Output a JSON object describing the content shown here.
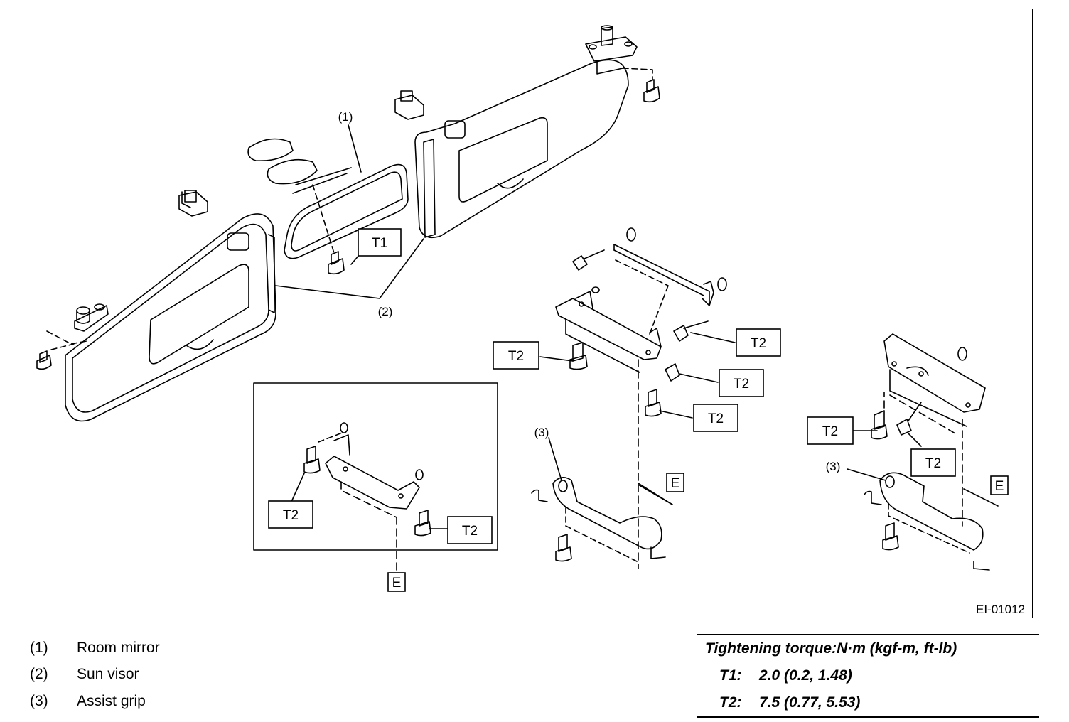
{
  "diagram": {
    "callouts": {
      "c1": "(1)",
      "c2": "(2)",
      "c3a": "(3)",
      "c3b": "(3)"
    },
    "torque_labels": {
      "t1": "T1",
      "t2": "T2"
    },
    "connector_label": "E",
    "figure_id": "EI-01012"
  },
  "legend": [
    {
      "num": "(1)",
      "name": "Room mirror"
    },
    {
      "num": "(2)",
      "name": "Sun visor"
    },
    {
      "num": "(3)",
      "name": "Assist grip"
    }
  ],
  "torque_table": {
    "header": "Tightening torque:N·m (kgf-m, ft-lb)",
    "rows": [
      {
        "key": "T1:",
        "value": "2.0 (0.2, 1.48)"
      },
      {
        "key": "T2:",
        "value": "7.5 (0.77, 5.53)"
      }
    ]
  }
}
